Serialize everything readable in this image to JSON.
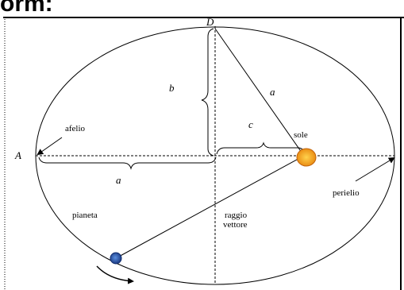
{
  "header_fragment": "orm:",
  "diagram": {
    "points": {
      "A": "A",
      "D": "D"
    },
    "segments": {
      "a_horizontal": "a",
      "a_diagonal": "a",
      "b": "b",
      "c": "c"
    },
    "labels": {
      "afelio": "afelio",
      "sole": "sole",
      "perielio": "perielio",
      "pianeta": "pianeta",
      "raggio_line1": "raggio",
      "raggio_line2": "vettore"
    },
    "colors": {
      "sun_fill": "#f39a1a",
      "sun_stroke": "#c0620a",
      "planet_fill": "#1d4fa6",
      "line": "#000000",
      "frame": "#000000"
    }
  }
}
